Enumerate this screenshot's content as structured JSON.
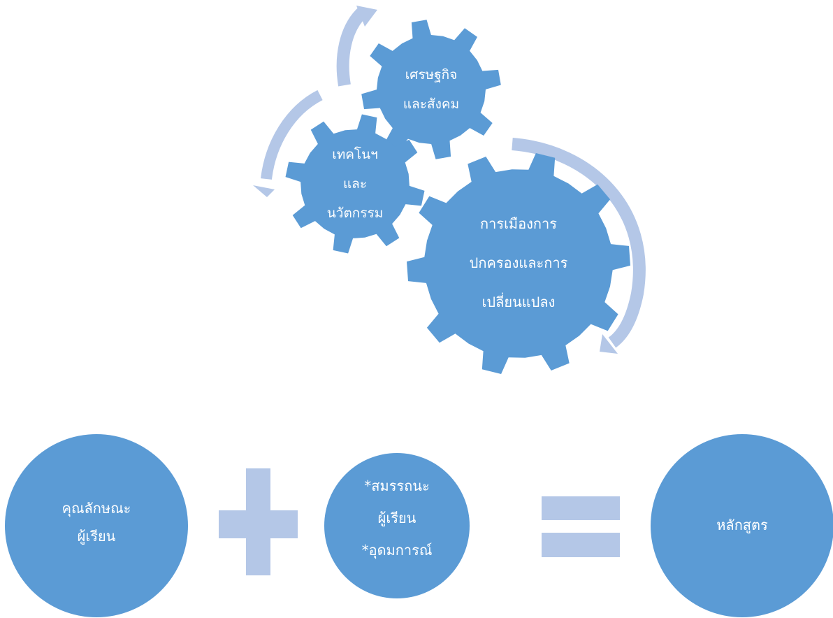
{
  "gears": [
    {
      "id": "economy",
      "lines": [
        "เศรษฐกิจ",
        "และสังคม"
      ]
    },
    {
      "id": "technology",
      "lines": [
        "เทคโนฯ",
        "และ",
        "นวัตกรรม"
      ]
    },
    {
      "id": "politics",
      "lines": [
        "การเมืองการ",
        "ปกครองและการ",
        "เปลี่ยนแปลง"
      ]
    }
  ],
  "equation": {
    "left": {
      "lines": [
        "คุณลักษณะ",
        "ผู้เรียน"
      ]
    },
    "middle": {
      "lines": [
        "*สมรรถนะ",
        "ผู้เรียน",
        "*อุดมการณ์"
      ]
    },
    "right": {
      "lines": [
        "หลักสูตร"
      ]
    },
    "operators": [
      "plus",
      "equals"
    ]
  },
  "colors": {
    "shape": "#5b9bd5",
    "arrow": "#b4c7e7",
    "text": "#ffffff"
  }
}
